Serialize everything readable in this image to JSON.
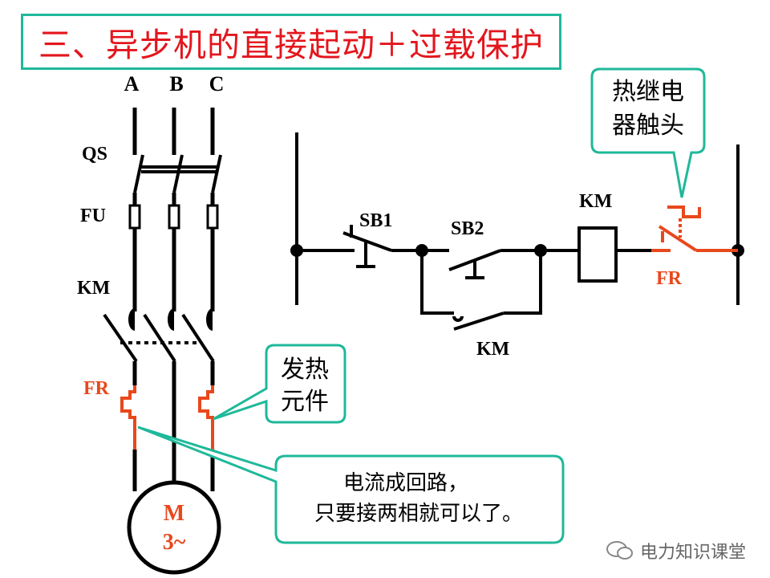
{
  "title": "三、异步机的直接起动＋过载保护",
  "phases": [
    "A",
    "B",
    "C"
  ],
  "main_labels": {
    "qs": "QS",
    "fu": "FU",
    "km": "KM",
    "fr": "FR"
  },
  "motor": {
    "line1": "M",
    "line2": "3~"
  },
  "control_labels": {
    "sb1": "SB1",
    "sb2": "SB2",
    "km_coil": "KM",
    "km_aux": "KM",
    "fr": "FR"
  },
  "callouts": {
    "relay_contact": {
      "line1": "热继电",
      "line2": "器触头"
    },
    "heating_element": {
      "line1": "发热",
      "line2": "元件"
    },
    "circuit_note": {
      "line1": "电流成回路，",
      "line2": "只要接两相就可以了。"
    }
  },
  "watermark": "电力知识课堂",
  "colors": {
    "title_text": "#e3161d",
    "callout_border": "#1fb89a",
    "fr_red": "#e8481c",
    "line": "#000000"
  }
}
